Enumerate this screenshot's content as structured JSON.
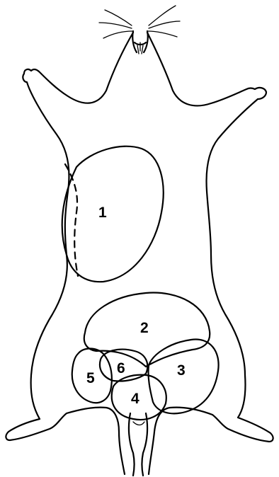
{
  "labels": {
    "region_1": "1",
    "region_2": "2",
    "region_3": "3",
    "region_4": "4",
    "region_5": "5",
    "region_6": "6"
  },
  "colors": {
    "ink": "#000000",
    "background": "#ffffff"
  }
}
